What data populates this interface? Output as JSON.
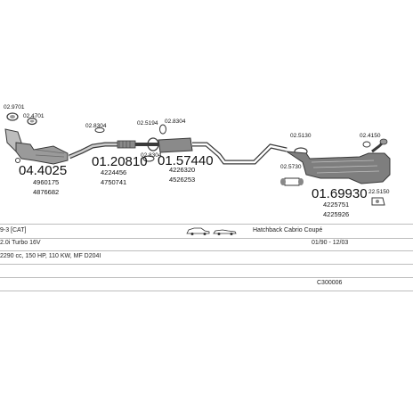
{
  "parts": [
    {
      "id": "part-02-9701",
      "label": "02.9701"
    },
    {
      "id": "part-02-4701",
      "label": "02.4701"
    },
    {
      "id": "part-04-4025",
      "label": "04.4025"
    },
    {
      "id": "part-4960175",
      "label": "4960175"
    },
    {
      "id": "part-4876682",
      "label": "4876682"
    },
    {
      "id": "part-02-8304-a",
      "label": "02.8304"
    },
    {
      "id": "part-01-20810",
      "label": "01.20810"
    },
    {
      "id": "part-4224456",
      "label": "4224456"
    },
    {
      "id": "part-4750741",
      "label": "4750741"
    },
    {
      "id": "part-02-5194",
      "label": "02.5194"
    },
    {
      "id": "part-02-8304-b",
      "label": "02.8304"
    },
    {
      "id": "part-02-8304-c",
      "label": "02.8304"
    },
    {
      "id": "part-01-57440",
      "label": "01.57440"
    },
    {
      "id": "part-4226320",
      "label": "4226320"
    },
    {
      "id": "part-4526253",
      "label": "4526253"
    },
    {
      "id": "part-02-5130",
      "label": "02.5130"
    },
    {
      "id": "part-02-5730",
      "label": "02.5730"
    },
    {
      "id": "part-02-4150",
      "label": "02.4150"
    },
    {
      "id": "part-01-69930",
      "label": "01.69930"
    },
    {
      "id": "part-4225751",
      "label": "4225751"
    },
    {
      "id": "part-4225926",
      "label": "4225926"
    },
    {
      "id": "part-22-5150",
      "label": "22.5150"
    }
  ],
  "info": {
    "row1": {
      "model": "9-3 [CAT]",
      "body": "Hatchback Cabrio Coupé"
    },
    "row2": {
      "engine": "2.0i Turbo 16V",
      "years": "01/90 - 12/03"
    },
    "row3": {
      "specs": "2290 cc, 150 HP, 110 KW, MF D204I"
    },
    "row5": {
      "code": "C300006"
    }
  },
  "colors": {
    "line": "#3a3a3a",
    "fill": "#8a8a8a",
    "light": "#cfcfcf"
  }
}
